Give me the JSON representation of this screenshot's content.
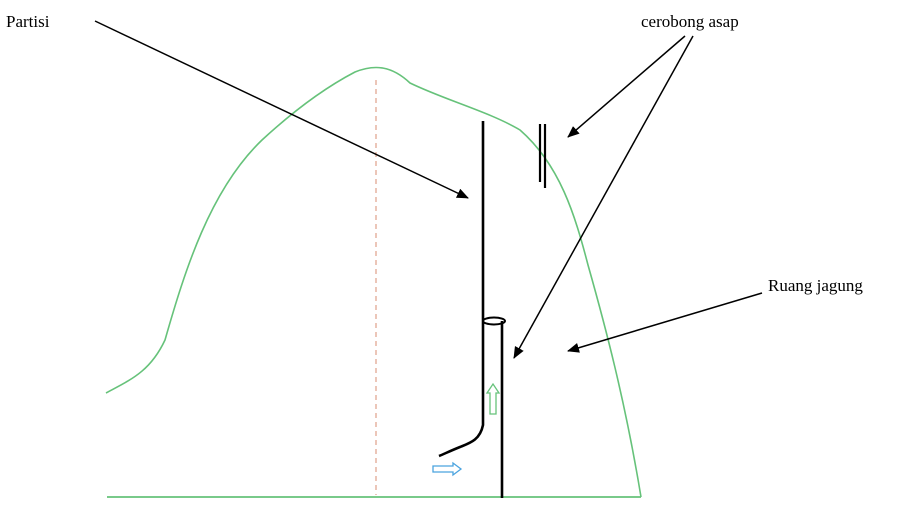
{
  "labels": {
    "partition": "Partisi",
    "chimney": "cerobong asap",
    "corn_room": "Ruang jagung"
  },
  "colors": {
    "outline": "#66c27a",
    "structure": "#000000",
    "centerline": "#e0a08a",
    "flow_arrow_horizontal": "#4aa3df",
    "flow_arrow_vertical": "#66c27a"
  },
  "icons": {
    "flow_horizontal": "arrow-right-outline-icon",
    "flow_vertical": "arrow-up-outline-icon"
  }
}
